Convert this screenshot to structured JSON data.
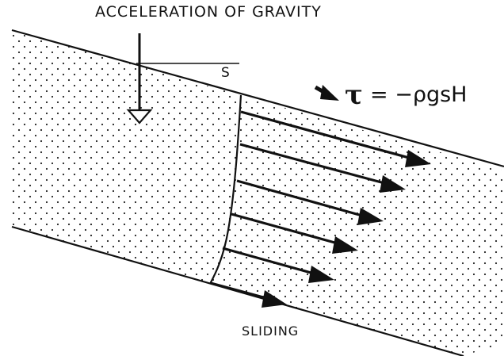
{
  "diagram": {
    "title": "ACCELERATION OF GRAVITY",
    "slope_label": "S",
    "tau_symbol": "τ",
    "stress_equation": "= −ρgsH",
    "sliding_label": "SLIDING",
    "colors": {
      "ink": "#111111",
      "background": "#ffffff"
    }
  }
}
